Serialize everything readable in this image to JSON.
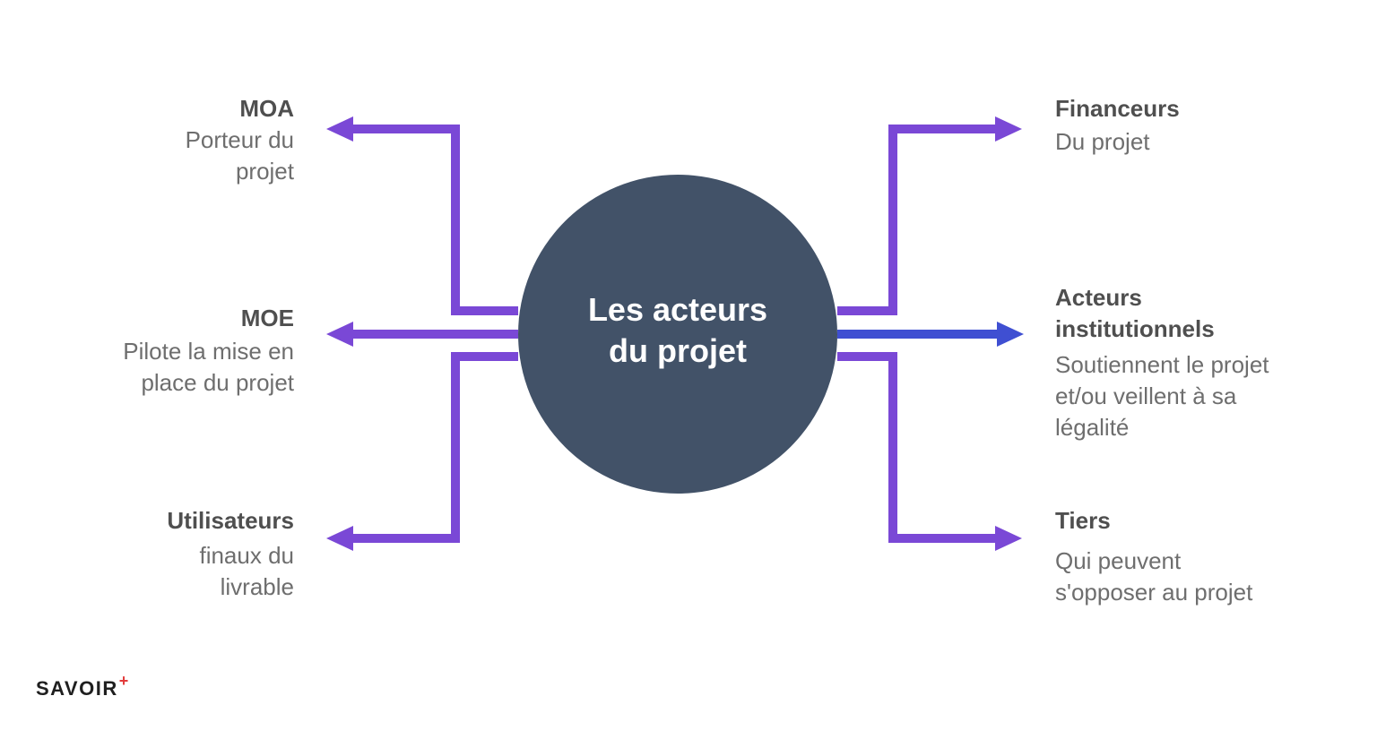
{
  "center": {
    "title": "Les acteurs\ndu projet",
    "fill": "#425268"
  },
  "colors": {
    "arrow_purple": "#7a48d6",
    "arrow_blue": "#3f4fd2",
    "title_text": "#4f4f4f",
    "desc_text": "#6e6e6e"
  },
  "actors_left": [
    {
      "title": "MOA",
      "description": "Porteur du\nprojet"
    },
    {
      "title": "MOE",
      "description": "Pilote la mise en\nplace du projet"
    },
    {
      "title": "Utilisateurs",
      "description": "finaux du\nlivrable"
    }
  ],
  "actors_right": [
    {
      "title": "Financeurs",
      "description": "Du projet"
    },
    {
      "title": "Acteurs\ninstitutionnels",
      "description": "Soutiennent le projet\net/ou veillent à sa\nlégalité"
    },
    {
      "title": "Tiers",
      "description": "Qui peuvent\ns'opposer au projet"
    }
  ],
  "brand": {
    "name": "SAVOIR",
    "mark": "+"
  }
}
